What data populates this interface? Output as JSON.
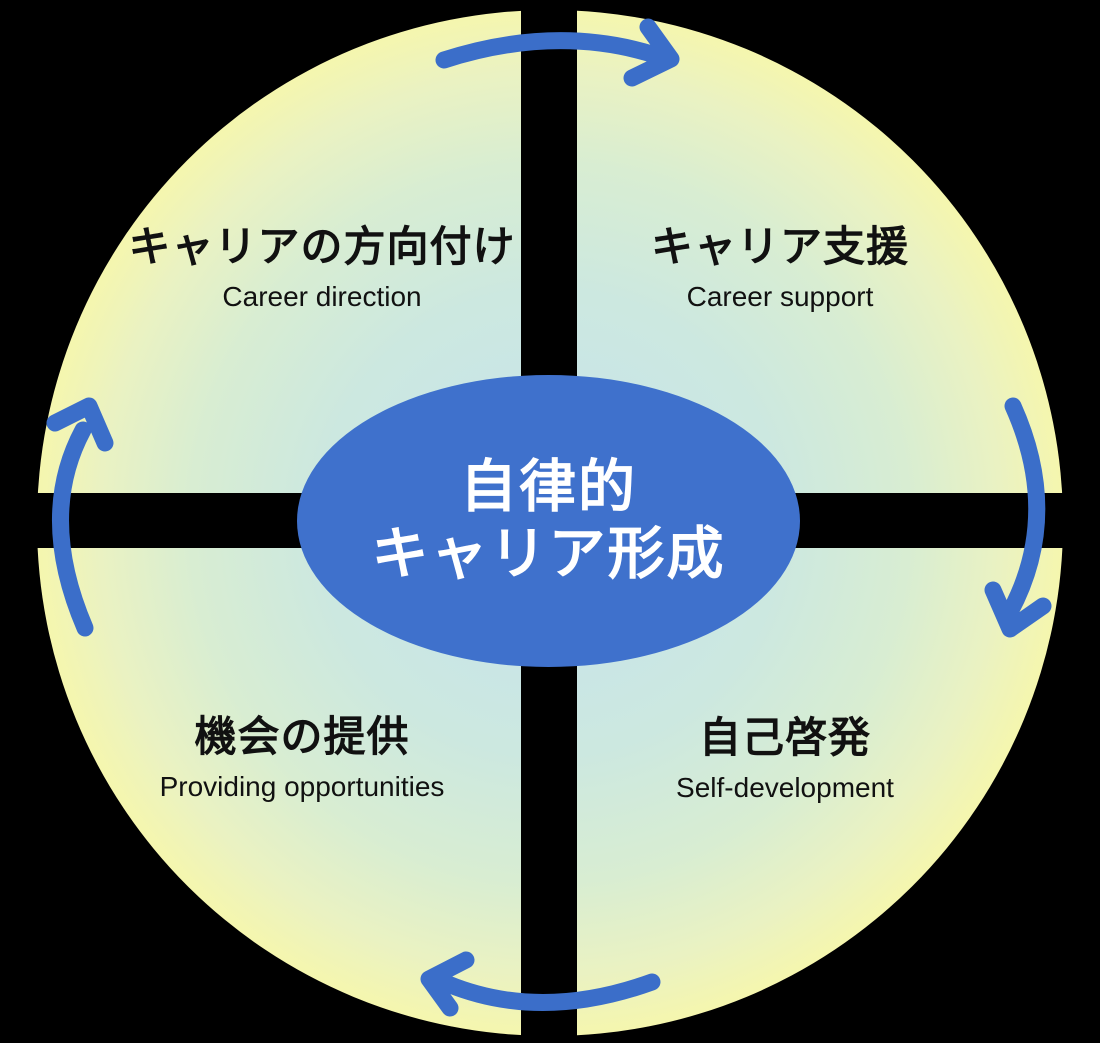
{
  "center": {
    "line1": "自律的",
    "line2": "キャリア形成"
  },
  "quadrants": {
    "top_left": {
      "ja": "キャリアの方向付け",
      "en": "Career direction"
    },
    "top_right": {
      "ja": "キャリア支援",
      "en": "Career support"
    },
    "bottom_right": {
      "ja": "自己啓発",
      "en": "Self-development"
    },
    "bottom_left": {
      "ja": "機会の提供",
      "en": "Providing opportunities"
    }
  },
  "arrows": {
    "top": {
      "icon": "cycle-arrow-top-icon",
      "direction": "left-to-right"
    },
    "right": {
      "icon": "cycle-arrow-right-icon",
      "direction": "top-to-bottom"
    },
    "bottom": {
      "icon": "cycle-arrow-bottom-icon",
      "direction": "right-to-left"
    },
    "left": {
      "icon": "cycle-arrow-left-icon",
      "direction": "bottom-to-top"
    }
  },
  "colors": {
    "background": "#000000",
    "accent_blue": "#3b6ec9",
    "ellipse_blue": "#3f71cc",
    "gradient_center": "#c6e3ee",
    "gradient_edge": "#f5f6ae",
    "text_color": "#111111"
  }
}
